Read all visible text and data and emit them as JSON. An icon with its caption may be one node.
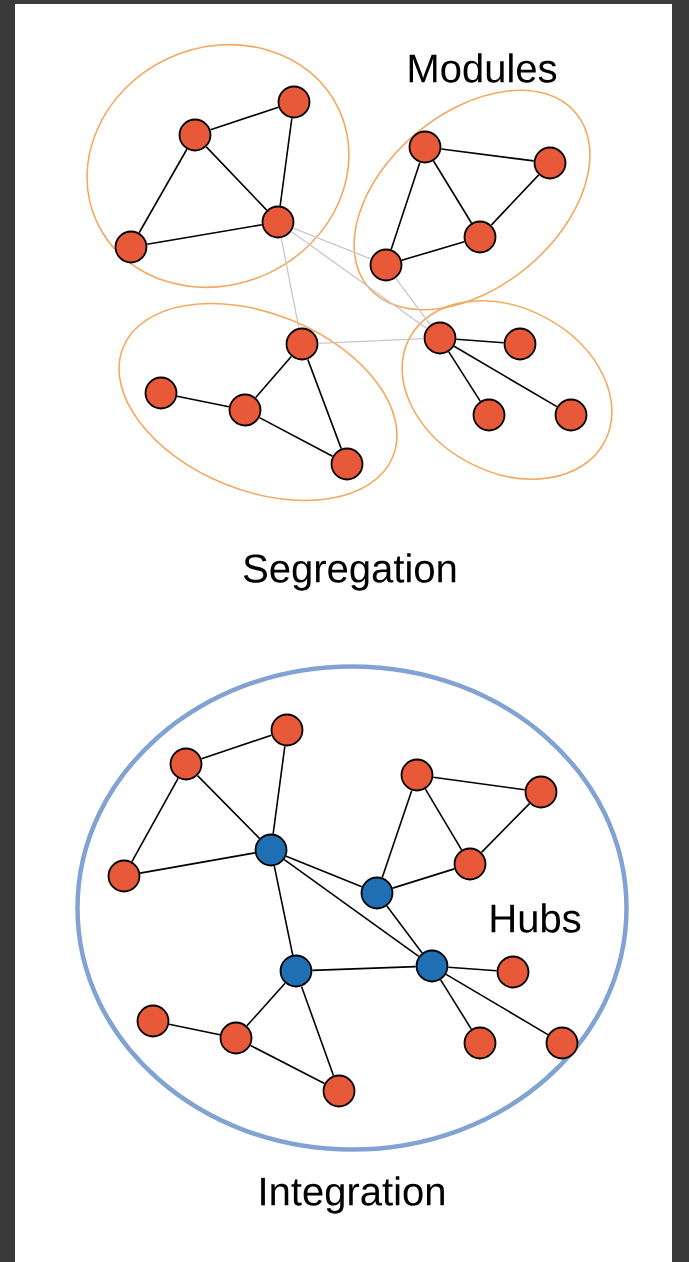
{
  "diagram": {
    "nodes": [
      {
        "text": [],
        "shape": "circle"
      },
      {
        "text": [],
        "shape": "circle",
        "in": 0
      },
      {
        "text": [],
        "shape": "circle",
        "in": 0
      },
      {
        "text": [],
        "shape": "circle",
        "in": 0
      },
      {
        "text": [],
        "shape": "circle",
        "in": 0
      },
      {
        "text": [],
        "shape": "circle"
      },
      {
        "text": [],
        "shape": "circle",
        "in": 5
      },
      {
        "text": [],
        "shape": "circle",
        "in": 5
      },
      {
        "text": [],
        "shape": "circle",
        "in": 5
      },
      {
        "text": [],
        "shape": "circle",
        "in": 5
      },
      {
        "text": [],
        "shape": "circle"
      },
      {
        "text": [],
        "shape": "circle",
        "in": 10
      },
      {
        "text": [],
        "shape": "circle",
        "in": 10
      },
      {
        "text": [],
        "shape": "circle",
        "in": 10
      },
      {
        "text": [],
        "shape": "circle",
        "in": 10
      },
      {
        "text": [],
        "shape": "circle"
      },
      {
        "text": [],
        "shape": "circle",
        "in": 15
      },
      {
        "text": [],
        "shape": "circle",
        "in": 15
      },
      {
        "text": [],
        "shape": "circle",
        "in": 15
      },
      {
        "text": [],
        "shape": "circle",
        "in": 15
      },
      {
        "text": [],
        "shape": "circle"
      },
      {
        "text": [],
        "shape": "circle",
        "in": 20
      },
      {
        "text": [],
        "shape": "circle",
        "in": 20
      },
      {
        "text": [],
        "shape": "circle",
        "in": 20
      },
      {
        "text": [],
        "shape": "circle",
        "in": 20
      },
      {
        "text": [],
        "shape": "circle",
        "in": 20
      },
      {
        "text": [],
        "shape": "circle",
        "in": 20
      },
      {
        "text": [],
        "shape": "circle",
        "in": 20
      },
      {
        "text": [],
        "shape": "circle",
        "in": 20
      },
      {
        "text": [],
        "shape": "circle",
        "in": 20
      },
      {
        "text": [],
        "shape": "circle",
        "in": 20
      },
      {
        "text": [],
        "shape": "circle",
        "in": 20
      },
      {
        "text": [],
        "shape": "circle",
        "in": 20
      },
      {
        "text": [],
        "shape": "circle",
        "in": 20
      },
      {
        "text": [],
        "shape": "circle",
        "in": 20
      },
      {
        "text": [],
        "shape": "circle",
        "in": 20
      },
      {
        "text": [],
        "shape": "circle",
        "in": 20
      }
    ],
    "edges": [
      {
        "from": 1,
        "to": 2,
        "arrow": "none"
      },
      {
        "from": 2,
        "to": 3,
        "arrow": "none"
      },
      {
        "from": 1,
        "to": 3,
        "arrow": "none"
      },
      {
        "from": 1,
        "to": 4,
        "arrow": "none"
      },
      {
        "from": 4,
        "to": 3,
        "arrow": "none"
      },
      {
        "from": 6,
        "to": 7,
        "arrow": "none"
      },
      {
        "from": 7,
        "to": 8,
        "arrow": "none"
      },
      {
        "from": 6,
        "to": 8,
        "arrow": "none"
      },
      {
        "from": 6,
        "to": 9,
        "arrow": "none"
      },
      {
        "from": 9,
        "to": 8,
        "arrow": "none"
      },
      {
        "from": 12,
        "to": 13,
        "arrow": "none"
      },
      {
        "from": 13,
        "to": 11,
        "arrow": "none"
      },
      {
        "from": 11,
        "to": 14,
        "arrow": "none"
      },
      {
        "from": 13,
        "to": 14,
        "arrow": "none"
      },
      {
        "from": 16,
        "to": 17,
        "arrow": "none"
      },
      {
        "from": 16,
        "to": 18,
        "arrow": "none"
      },
      {
        "from": 16,
        "to": 19,
        "arrow": "none"
      },
      {
        "from": 3,
        "to": 9,
        "arrow": "none",
        "color": "#c8c8c8"
      },
      {
        "from": 3,
        "to": 16,
        "arrow": "none",
        "color": "#c8c8c8"
      },
      {
        "from": 3,
        "to": 11,
        "arrow": "none",
        "color": "#c8c8c8"
      },
      {
        "from": 11,
        "to": 16,
        "arrow": "none",
        "color": "#c8c8c8"
      },
      {
        "from": 9,
        "to": 16,
        "arrow": "none",
        "color": "#c8c8c8"
      },
      {
        "from": 21,
        "to": 22,
        "arrow": "none"
      },
      {
        "from": 21,
        "to": 24,
        "arrow": "none"
      },
      {
        "from": 22,
        "to": 24,
        "arrow": "none"
      },
      {
        "from": 21,
        "to": 23,
        "arrow": "none"
      },
      {
        "from": 23,
        "to": 24,
        "arrow": "none"
      },
      {
        "from": 24,
        "to": 28,
        "arrow": "none"
      },
      {
        "from": 24,
        "to": 30,
        "arrow": "none"
      },
      {
        "from": 24,
        "to": 29,
        "arrow": "none"
      },
      {
        "from": 25,
        "to": 26,
        "arrow": "none"
      },
      {
        "from": 26,
        "to": 27,
        "arrow": "none"
      },
      {
        "from": 25,
        "to": 27,
        "arrow": "none"
      },
      {
        "from": 25,
        "to": 28,
        "arrow": "none"
      },
      {
        "from": 28,
        "to": 27,
        "arrow": "none"
      },
      {
        "from": 28,
        "to": 30,
        "arrow": "none"
      },
      {
        "from": 29,
        "to": 30,
        "arrow": "none"
      },
      {
        "from": 30,
        "to": 31,
        "arrow": "none"
      },
      {
        "from": 30,
        "to": 32,
        "arrow": "none"
      },
      {
        "from": 30,
        "to": 33,
        "arrow": "none"
      },
      {
        "from": 34,
        "to": 35,
        "arrow": "none"
      },
      {
        "from": 35,
        "to": 29,
        "arrow": "none"
      },
      {
        "from": 29,
        "to": 36,
        "arrow": "none"
      },
      {
        "from": 35,
        "to": 36,
        "arrow": "none"
      }
    ],
    "labels": [
      "Modules",
      "Segregation",
      "Hubs",
      "Integration"
    ]
  }
}
